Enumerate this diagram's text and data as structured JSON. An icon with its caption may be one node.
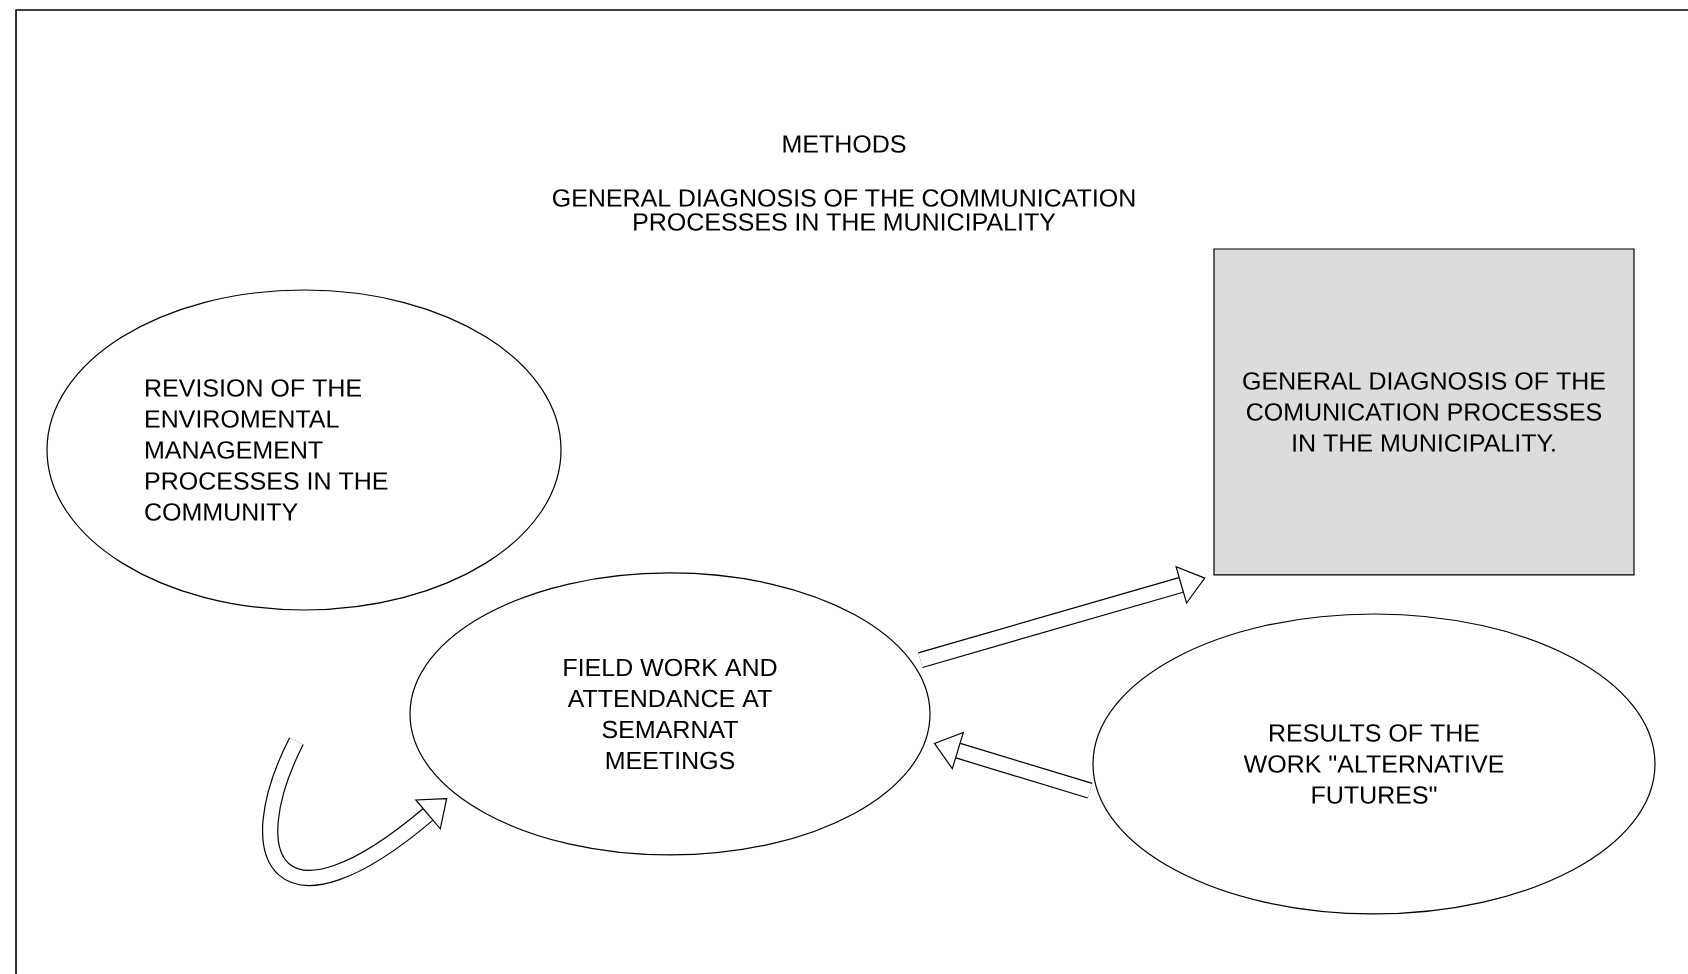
{
  "diagram": {
    "title": "METHODS",
    "nodes": [
      {
        "text": [
          "REVISION OF THE ENVIROMENTAL MANAGEMENT PROCESSES IN THE COMMUNITY"
        ]
      },
      {
        "text": [
          "FIELD WORK AND ATTENDANCE AT SEMARNAT MEETINGS"
        ]
      },
      {
        "text": [
          "GENERAL DIAGNOSIS OF THE COMUNICATION PROCESSES IN THE MUNICIPALITY."
        ]
      },
      {
        "text": [
          "RESULTS OF THE WORK \"ALTERNATIVE FUTURES\""
        ]
      }
    ],
    "edges": [
      {
        "from": null,
        "to": 1,
        "arrow": "to"
      },
      {
        "from": 1,
        "to": 2,
        "arrow": "to"
      },
      {
        "from": 3,
        "to": 1,
        "arrow": "to"
      }
    ],
    "labels": [
      "GENERAL DIAGNOSIS OF THE COMMUNICATION PROCESSES IN THE MUNICIPALITY"
    ]
  }
}
